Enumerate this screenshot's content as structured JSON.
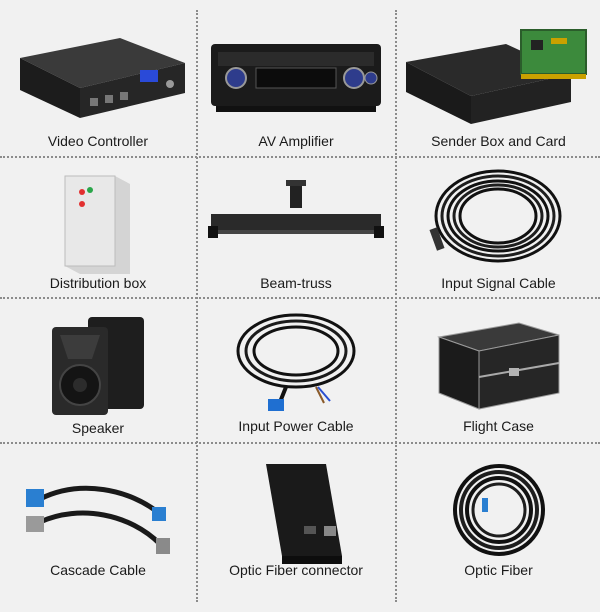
{
  "products": [
    {
      "label": "Video Controller",
      "icon": "video-controller-icon"
    },
    {
      "label": "AV Amplifier",
      "icon": "av-amplifier-icon"
    },
    {
      "label": "Sender Box and Card",
      "icon": "sender-box-icon"
    },
    {
      "label": "Distribution box",
      "icon": "distribution-box-icon"
    },
    {
      "label": "Beam-truss",
      "icon": "beam-truss-icon"
    },
    {
      "label": "Input Signal Cable",
      "icon": "signal-cable-icon"
    },
    {
      "label": "Speaker",
      "icon": "speaker-icon"
    },
    {
      "label": "Input Power Cable",
      "icon": "power-cable-icon"
    },
    {
      "label": "Flight Case",
      "icon": "flight-case-icon"
    },
    {
      "label": "Cascade Cable",
      "icon": "cascade-cable-icon"
    },
    {
      "label": "Optic Fiber connector",
      "icon": "fiber-connector-icon"
    },
    {
      "label": "Optic Fiber",
      "icon": "optic-fiber-icon"
    }
  ],
  "colors": {
    "background": "#f1f1f1",
    "divider": "#8c8c8c",
    "text": "#1a1a1a"
  }
}
